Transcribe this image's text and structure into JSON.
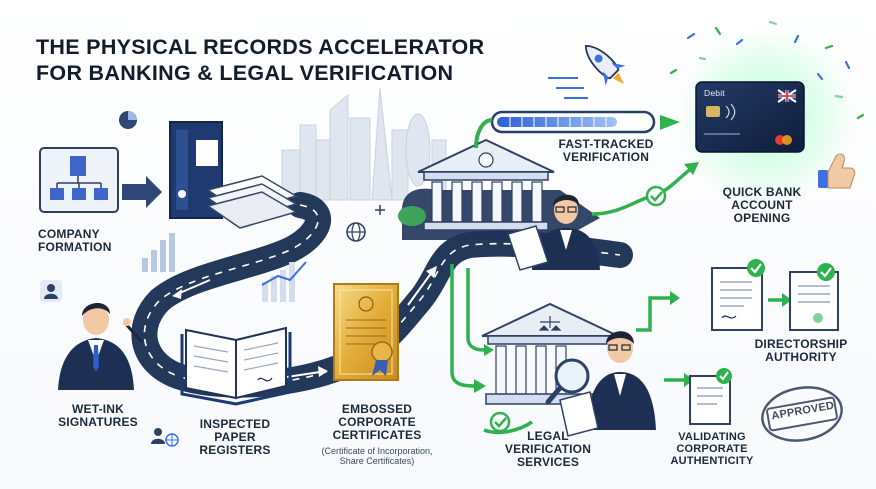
{
  "title": {
    "line1": "THE PHYSICAL RECORDS ACCELERATOR",
    "line2": "FOR BANKING & LEGAL VERIFICATION"
  },
  "labels": {
    "company_formation": [
      "COMPANY",
      "FORMATION"
    ],
    "wet_ink": [
      "WET-INK",
      "SIGNATURES"
    ],
    "registers": [
      "INSPECTED",
      "PAPER",
      "REGISTERS"
    ],
    "certificates": [
      "EMBOSSED",
      "CORPORATE",
      "CERTIFICATES"
    ],
    "certificates_note": [
      "(Certificate of Incorporation,",
      "Share Certificates)"
    ],
    "fast_tracked": [
      "FAST-TRACKED",
      "VERIFICATION"
    ],
    "quick_bank": [
      "QUICK BANK",
      "ACCOUNT OPENING"
    ],
    "legal_verification": [
      "LEGAL",
      "VERIFICATION",
      "SERVICES"
    ],
    "directorship": [
      "DIRECTORSHIP",
      "AUTHORITY"
    ],
    "validating": [
      "VALIDATING",
      "CORPORATE",
      "AUTHENTICITY"
    ]
  },
  "card": {
    "label": "Debit"
  },
  "stamp": {
    "text": "APPROVED"
  },
  "colors": {
    "navy": "#1e2f4f",
    "road": "#263a5c",
    "green": "#2fb24e",
    "accent_blue": "#3d6fe0",
    "gold": "#e9b64a"
  }
}
